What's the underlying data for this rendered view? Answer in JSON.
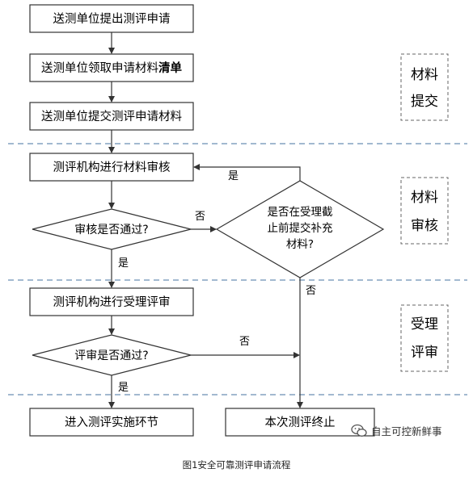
{
  "steps": {
    "s1": "送测单位提出测评申请",
    "s2_pre": "送测单位领取申请材料",
    "s2_bold": "清单",
    "s3": "送测单位提交测评申请材料",
    "s4": "测评机构进行材料审核",
    "s5": "测评机构进行受理评审",
    "s6": "进入测评实施环节",
    "s7": "本次测评终止"
  },
  "decisions": {
    "d1": "审核是否通过?",
    "d2": "评审是否通过?",
    "d3_lines": [
      "是否在受理截",
      "止前提交补充",
      "材料?"
    ]
  },
  "labels": {
    "yes": "是",
    "no": "否"
  },
  "phases": [
    {
      "lines": [
        "材料",
        "提交"
      ]
    },
    {
      "lines": [
        "材料",
        "审核"
      ]
    },
    {
      "lines": [
        "受理",
        "评审"
      ]
    }
  ],
  "watermark": "自主可控新鲜事",
  "caption": "图1安全可靠测评申请流程"
}
